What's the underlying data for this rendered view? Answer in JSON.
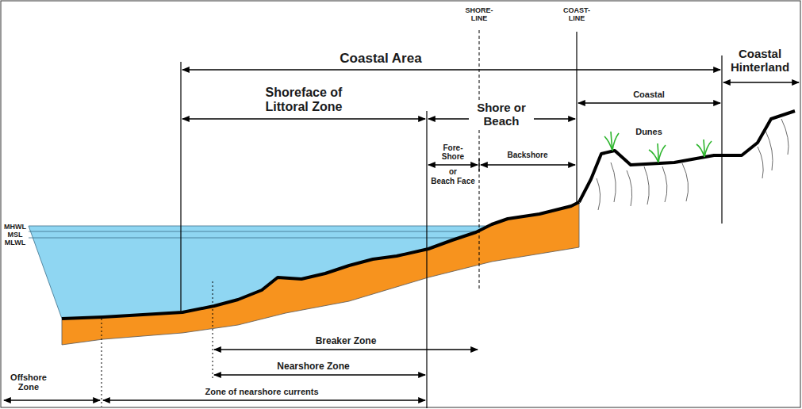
{
  "diagram": {
    "labels": [
      "Coastal Area",
      "Shoreface of Littoral Zone",
      "Shore or Beach",
      "SHORE-LINE",
      "COAST-LINE",
      "Coastal Hinterland",
      "Fore-Shore",
      "or",
      "Beach Face",
      "Backshore",
      "Coastal",
      "Dunes",
      "MHWL",
      "MSL",
      "MLWL",
      "Breaker Zone",
      "Nearshore Zone",
      "Offshore Zone",
      "Zone of nearshore currents"
    ]
  }
}
